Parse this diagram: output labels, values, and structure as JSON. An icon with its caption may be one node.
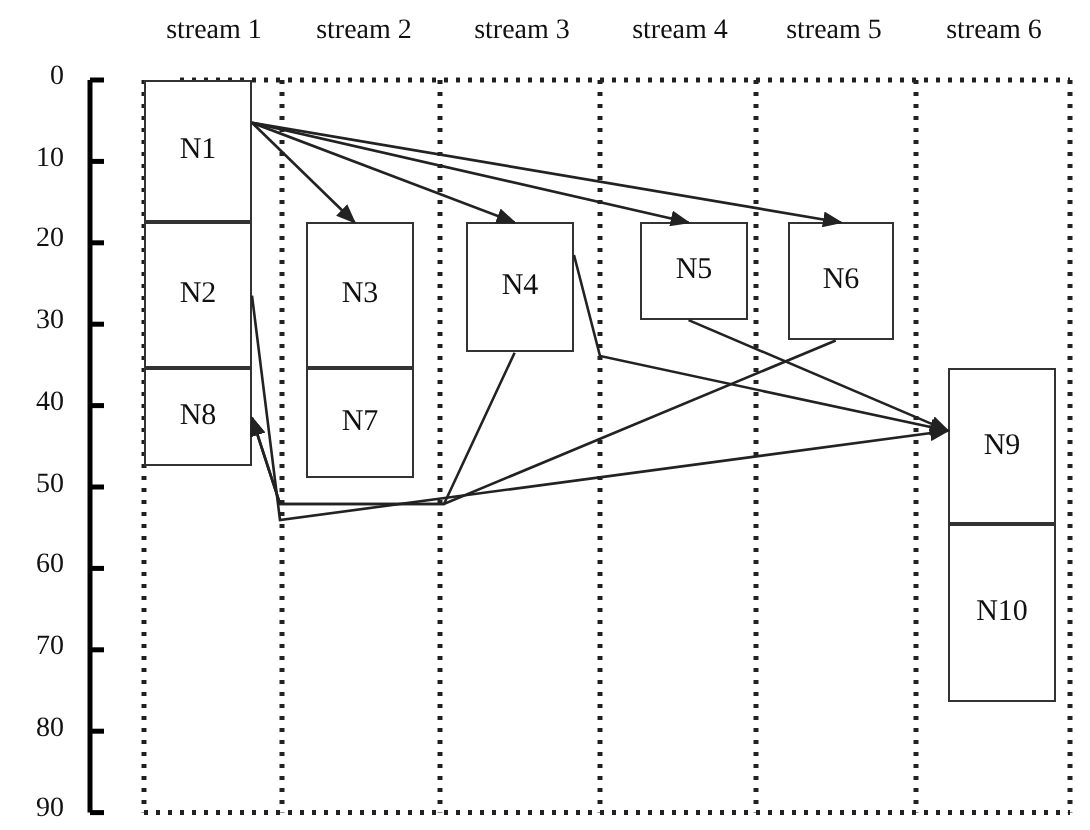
{
  "diagram": {
    "nodes": [
      {
        "text": [
          "N1"
        ]
      },
      {
        "text": [
          "N2"
        ]
      },
      {
        "text": [
          "N8"
        ]
      },
      {
        "text": [
          "N3"
        ]
      },
      {
        "text": [
          "N7"
        ]
      },
      {
        "text": [
          "N4"
        ]
      },
      {
        "text": [
          "N5"
        ]
      },
      {
        "text": [
          "N6"
        ]
      },
      {
        "text": [
          "N9"
        ]
      },
      {
        "text": [
          "N10"
        ]
      }
    ],
    "edges": [
      {
        "from": 0,
        "to": 3,
        "arrow": "to"
      },
      {
        "from": 0,
        "to": 5,
        "arrow": "to"
      },
      {
        "from": 0,
        "to": 6,
        "arrow": "to"
      },
      {
        "from": 0,
        "to": 7,
        "arrow": "to"
      },
      {
        "from": 1,
        "to": 8,
        "arrow": "to"
      },
      {
        "from": 5,
        "to": 8,
        "arrow": "to"
      },
      {
        "from": 6,
        "to": 8,
        "arrow": "to"
      },
      {
        "from": 5,
        "to": 2,
        "arrow": "to"
      },
      {
        "from": 7,
        "to": 2,
        "arrow": "to"
      }
    ],
    "labels": [
      "stream 1",
      "stream 2",
      "stream 3",
      "stream 4",
      "stream 5",
      "stream 6",
      "0",
      "10",
      "20",
      "30",
      "40",
      "50",
      "60",
      "70",
      "80",
      "90"
    ]
  }
}
